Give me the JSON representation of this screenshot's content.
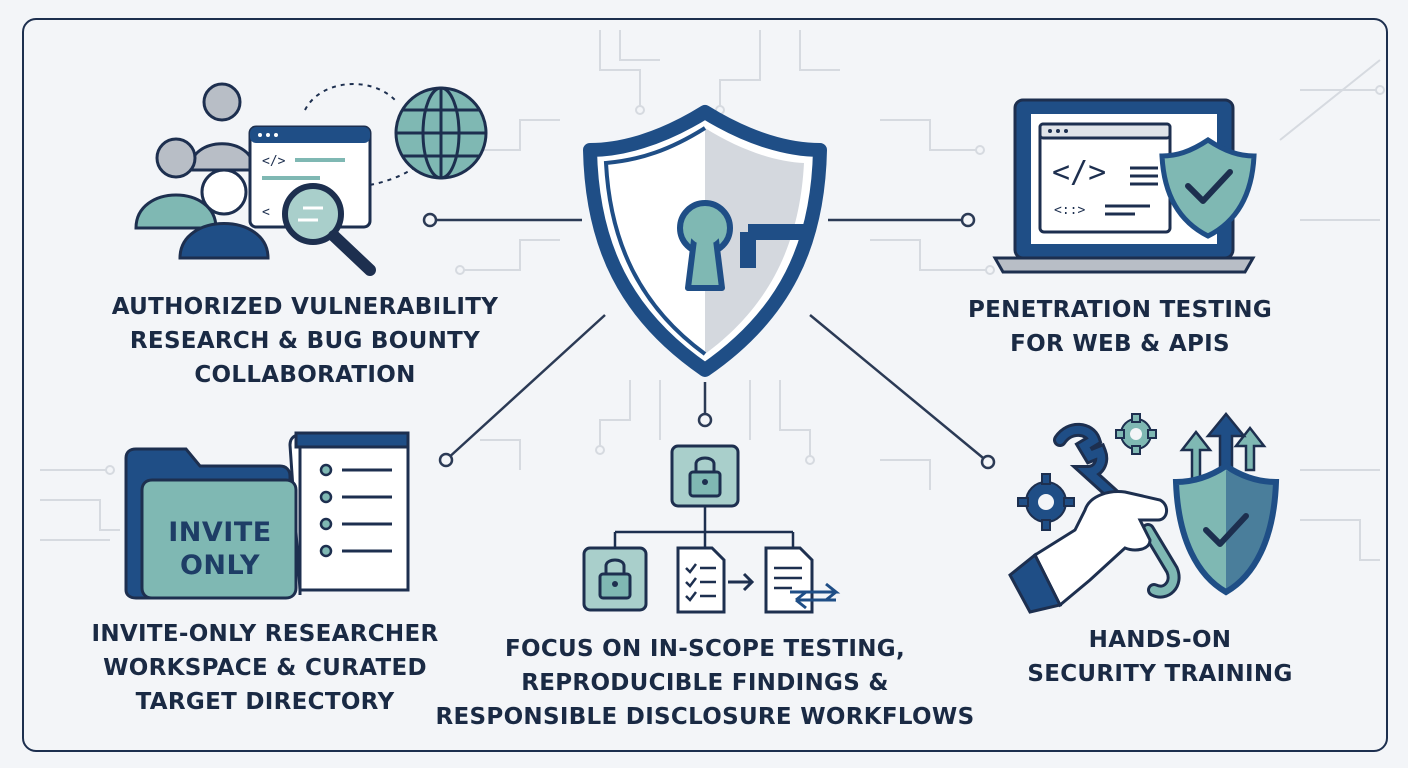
{
  "colors": {
    "navy": "#1f4e86",
    "dark": "#1d2f4f",
    "teal": "#7fb8b3",
    "teal_light": "#a9cfcb",
    "gray": "#b8bec6",
    "circuit": "#d5d9df",
    "background": "#f3f5f8"
  },
  "center_icon": "shield-keyhole-icon",
  "nodes": {
    "top_left": {
      "icon": "researchers-globe-magnifier-icon",
      "lines": [
        "AUTHORIZED VULNERABILITY",
        "RESEARCH & BUG BOUNTY",
        "COLLABORATION"
      ]
    },
    "top_right": {
      "icon": "laptop-code-shield-icon",
      "lines": [
        "PENETRATION TESTING",
        "FOR WEB & APIS"
      ]
    },
    "bottom_left": {
      "icon": "folder-checklist-icon",
      "folder_lines": [
        "INVITE",
        "ONLY"
      ],
      "lines": [
        "INVITE-ONLY RESEARCHER",
        "WORKSPACE & CURATED",
        "TARGET DIRECTORY"
      ]
    },
    "bottom_center": {
      "icon": "lock-workflow-icon",
      "lines": [
        "FOCUS ON IN-SCOPE TESTING,",
        "REPRODUCIBLE FINDINGS &",
        "RESPONSIBLE DISCLOSURE WORKFLOWS"
      ]
    },
    "bottom_right": {
      "icon": "wrench-gear-shield-icon",
      "lines": [
        "HANDS-ON",
        "SECURITY TRAINING"
      ]
    }
  }
}
